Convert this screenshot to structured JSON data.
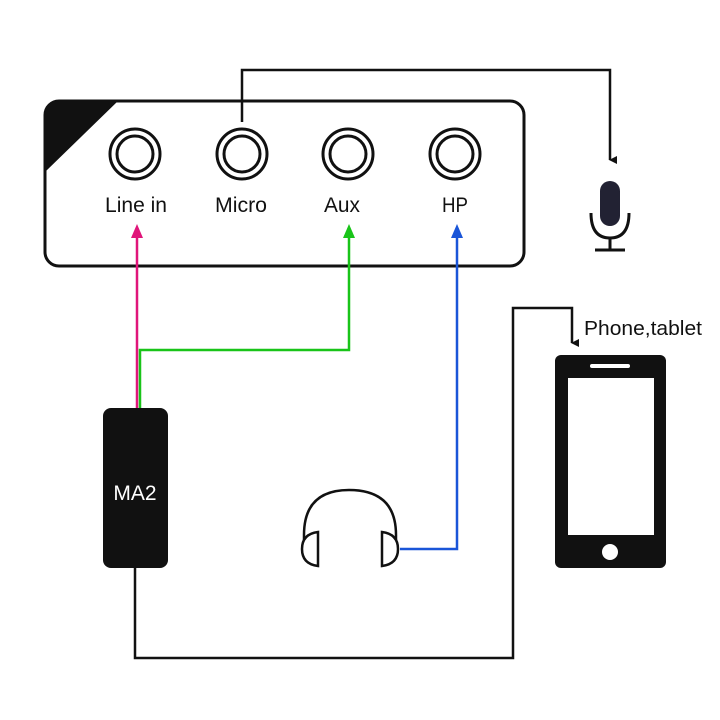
{
  "device": {
    "ports": [
      {
        "label": "Line in"
      },
      {
        "label": "Micro"
      },
      {
        "label": "Aux"
      },
      {
        "label": "HP"
      }
    ]
  },
  "ma2": {
    "label": "MA2"
  },
  "phone": {
    "label": "Phone,tablet"
  },
  "icons": [
    "microphone-icon",
    "headphones-icon",
    "smartphone-icon"
  ],
  "colors": {
    "line_in_cable": "#e0157a",
    "aux_cable": "#19c419",
    "hp_cable": "#1a55d8",
    "wire": "#111111"
  }
}
